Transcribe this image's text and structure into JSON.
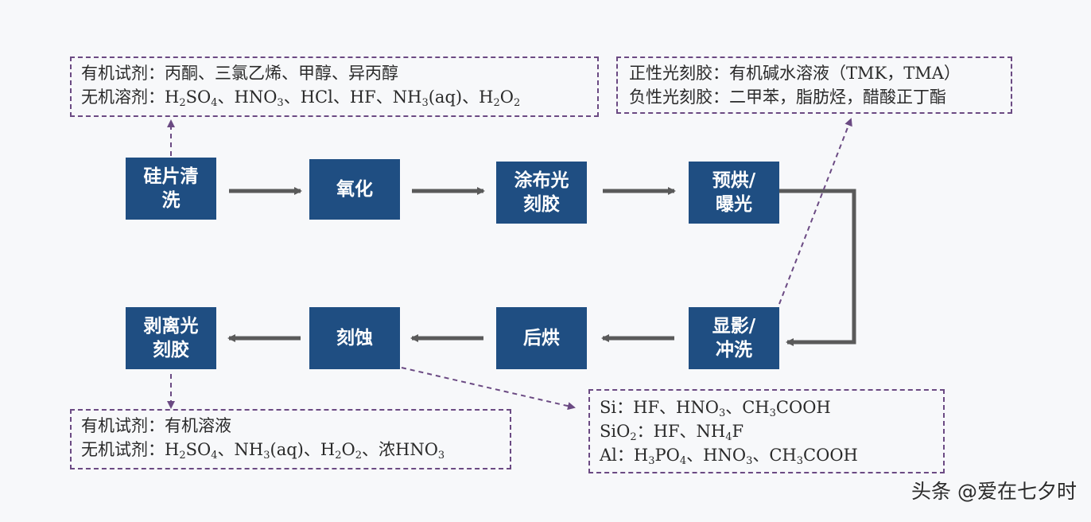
{
  "steps": {
    "wafer_cleaning": "硅片清洗",
    "oxidation": "氧化",
    "coat_photoresist": "涂布光刻胶",
    "prebake_exposure": "预烘/曝光",
    "develop_rinse": "显影/冲洗",
    "postbake": "后烘",
    "etch": "刻蚀",
    "strip_photoresist": "剥离光刻胶"
  },
  "notes": {
    "cleaning": {
      "organic_label": "有机试剂：",
      "organic_value": "丙酮、三氯乙烯、甲醇、异丙醇",
      "inorganic_label": "无机溶剂：",
      "inorganic_value": "H2SO4、HNO3、HCl、HF、NH3(aq)、H2O2"
    },
    "developer": {
      "positive_label": "正性光刻胶：",
      "positive_value": "有机碱水溶液（TMK，TMA）",
      "negative_label": "负性光刻胶：",
      "negative_value": "二甲苯，脂肪烃，醋酸正丁酯"
    },
    "etchants": {
      "si_label": "Si：",
      "si_value": "HF、HNO3、CH3COOH",
      "sio2_label": "SiO2：",
      "sio2_value": "HF、NH4F",
      "al_label": "Al：",
      "al_value": "H3PO4、HNO3、CH3COOH"
    },
    "strip": {
      "organic_label": "有机试剂：",
      "organic_value": "有机溶液",
      "inorganic_label": "无机试剂：",
      "inorganic_value": "H2SO4、NH3(aq)、H2O2、浓HNO3"
    }
  },
  "watermark": "头条 @爱在七夕时",
  "colors": {
    "box": "#1f4e82",
    "arrow": "#5a5a5a",
    "dashed": "#6b4a83",
    "background": "#f7f8fa"
  }
}
